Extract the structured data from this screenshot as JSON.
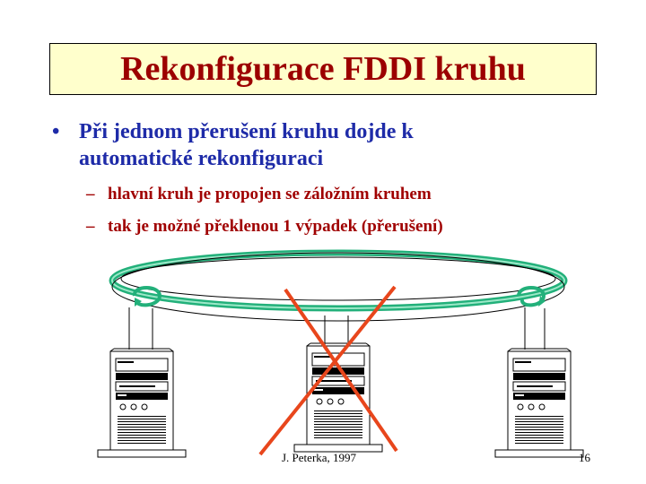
{
  "title": "Rekonfigurace FDDI kruhu",
  "bullet": {
    "marker": "•",
    "line1": "Při jednom přerušení kruhu dojde k",
    "line2": "automatické rekonfiguraci"
  },
  "subitems": [
    {
      "marker": "–",
      "text": "hlavní kruh je propojen se záložním kruhem"
    },
    {
      "marker": "–",
      "text": "tak je možné překlenou 1 výpadek (přerušení)"
    }
  ],
  "diagram": {
    "colors": {
      "ring_outer": "#22b07a",
      "ring_inner": "#000000",
      "cross": "#e8461c",
      "computer": "#000000"
    },
    "nodes": [
      "left-computer",
      "center-computer-failed",
      "right-computer"
    ]
  },
  "footer": {
    "author": "J. Peterka, 1997",
    "page": "16"
  }
}
